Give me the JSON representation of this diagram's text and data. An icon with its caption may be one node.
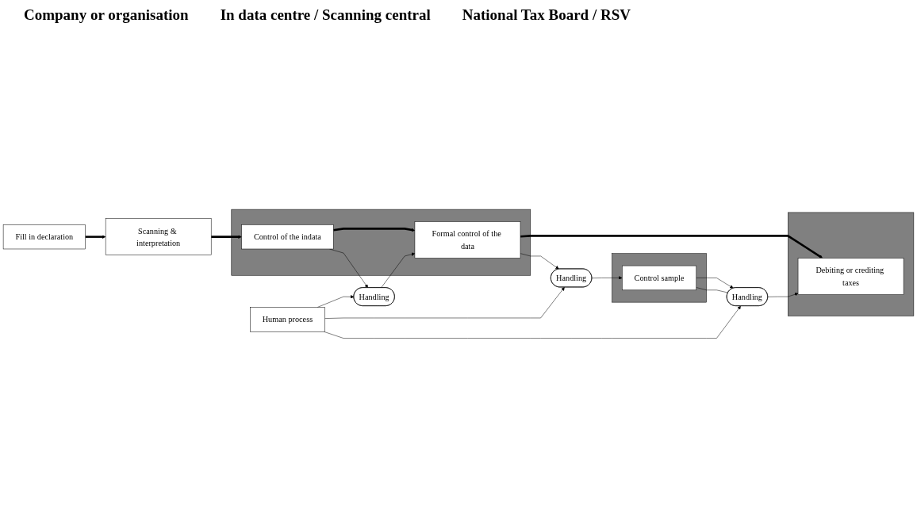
{
  "diagram": {
    "nodes": [
      {
        "text": [
          "Fill in declaration"
        ]
      },
      {
        "text": [
          "Scanning & interpretation"
        ]
      },
      {
        "text": [],
        "shape": "box"
      },
      {
        "text": [
          "Control of the indata"
        ],
        "in": 2
      },
      {
        "text": [
          "Formal control of the data"
        ],
        "in": 2
      },
      {
        "text": [],
        "shape": "box"
      },
      {
        "text": [
          "Control sample"
        ],
        "in": 5
      },
      {
        "text": [],
        "shape": "box"
      },
      {
        "text": [
          "Debiting or crediting taxes"
        ],
        "in": 7
      },
      {
        "text": [
          "Handling"
        ]
      },
      {
        "text": [
          "Handling"
        ]
      },
      {
        "text": [
          "Handling"
        ]
      },
      {
        "text": [
          "Human process"
        ]
      }
    ],
    "edges": [
      {
        "from": 0,
        "to": 1,
        "arrow": "to",
        "style": "thick"
      },
      {
        "from": 1,
        "to": 3,
        "arrow": "to",
        "style": "thick"
      },
      {
        "from": 3,
        "to": 4,
        "arrow": "to",
        "style": "thick"
      },
      {
        "from": 4,
        "to": 8,
        "arrow": "to",
        "style": "thick"
      },
      {
        "from": 3,
        "to": 9,
        "arrow": "to"
      },
      {
        "from": 9,
        "to": 4,
        "arrow": "to"
      },
      {
        "from": 4,
        "to": 10,
        "arrow": "to"
      },
      {
        "from": 10,
        "to": 6,
        "arrow": "to"
      },
      {
        "from": 6,
        "to": 11,
        "arrow": "to"
      },
      {
        "from": 11,
        "to": 6,
        "arrow": "none"
      },
      {
        "from": 11,
        "to": 8,
        "arrow": "to"
      },
      {
        "from": 12,
        "to": 9,
        "arrow": "to"
      },
      {
        "from": 12,
        "to": 10,
        "arrow": "to"
      },
      {
        "from": 12,
        "to": 11,
        "arrow": "to"
      }
    ],
    "labels": [
      "Company or organisation",
      "In data centre / Scanning central",
      "National Tax Board / RSV"
    ]
  }
}
